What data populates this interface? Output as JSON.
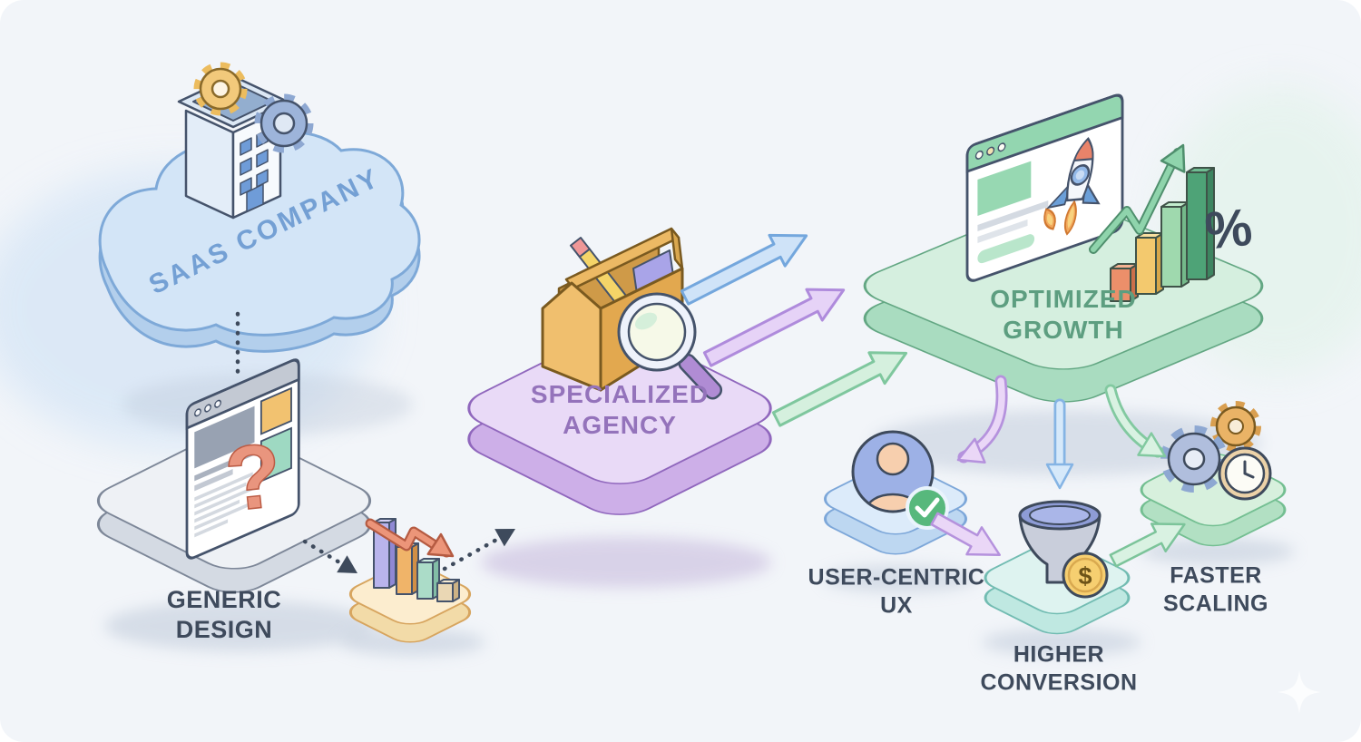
{
  "canvas": {
    "background": "#f2f5f9",
    "page_background": "#ffffff"
  },
  "stages": {
    "saas_company": {
      "label": "SAAS COMPANY",
      "accent": "#74a0d4"
    },
    "generic_design": {
      "label": "GENERIC\nDESIGN",
      "accent": "#3e4a5c"
    },
    "specialized_agency": {
      "label": "SPECIALIZED\nAGENCY",
      "accent": "#9473bb"
    },
    "optimized_growth": {
      "label": "OPTIMIZED\nGROWTH",
      "accent": "#5d9e80"
    },
    "user_centric_ux": {
      "label": "USER-CENTRIC\nUX",
      "accent": "#3e4a5c"
    },
    "higher_conversion": {
      "label": "HIGHER\nCONVERSION",
      "accent": "#3e4a5c"
    },
    "faster_scaling": {
      "label": "FASTER\nSCALING",
      "accent": "#3e4a5c"
    }
  },
  "glyphs": {
    "question_mark": "?",
    "percent": "%",
    "dollar": "$"
  },
  "edges": [
    {
      "from": "saas_company",
      "to": "generic_design",
      "style": "dotted"
    },
    {
      "from": "generic_design",
      "to": "declining_metrics",
      "style": "dotted"
    },
    {
      "from": "declining_metrics",
      "to": "specialized_agency",
      "style": "dotted"
    },
    {
      "from": "specialized_agency",
      "to": "optimized_growth",
      "style": "triple-arrow",
      "colors": [
        "#74a7dd",
        "#af8bdc",
        "#7fc79e"
      ]
    },
    {
      "from": "optimized_growth",
      "to": "user_centric_ux",
      "color": "#b592dd"
    },
    {
      "from": "optimized_growth",
      "to": "higher_conversion",
      "color": "#85b4e4"
    },
    {
      "from": "optimized_growth",
      "to": "faster_scaling",
      "color": "#82c9a0"
    },
    {
      "from": "user_centric_ux",
      "to": "higher_conversion",
      "color": "#b592dd"
    },
    {
      "from": "higher_conversion",
      "to": "faster_scaling",
      "color": "#82c9a0"
    }
  ],
  "icons": [
    "building-icon",
    "gear-yellow-icon",
    "gear-blue-icon",
    "generic-browser-window",
    "question-mark",
    "declining-bar-chart-icon",
    "trend-down-arrow-icon",
    "toolbox-icon",
    "pencil-icon",
    "magnifier-icon",
    "growth-browser-window",
    "rocket-icon",
    "rising-bar-chart-icon",
    "trend-up-arrow-icon",
    "percent-symbol",
    "user-avatar-icon",
    "check-badge-icon",
    "funnel-icon",
    "dollar-coin-icon",
    "gear-orange-icon",
    "clock-icon",
    "sparkle-icon"
  ]
}
